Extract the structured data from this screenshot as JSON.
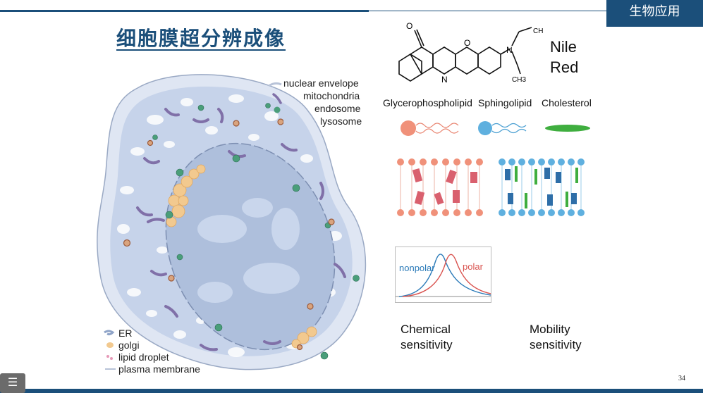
{
  "header": {
    "tag": "生物应用",
    "title": "细胞膜超分辨成像"
  },
  "cell_legend_top": [
    {
      "icon": "nuclear-envelope-icon",
      "label": "nuclear envelope"
    },
    {
      "icon": "mitochondria-icon",
      "label": "mitochondria"
    },
    {
      "icon": "endosome-icon",
      "label": "endosome"
    },
    {
      "icon": "lysosome-icon",
      "label": "lysosome"
    }
  ],
  "cell_legend_bottom": [
    {
      "icon": "er-icon",
      "label": "ER"
    },
    {
      "icon": "golgi-icon",
      "label": "golgi"
    },
    {
      "icon": "lipid-droplet-icon",
      "label": "lipid droplet"
    },
    {
      "icon": "plasma-membrane-icon",
      "label": "plasma membrane"
    }
  ],
  "molecule": {
    "name_line1": "Nile",
    "name_line2": "Red"
  },
  "lipids": {
    "glycerophospholipid": "Glycerophospholipid",
    "sphingolipid": "Sphingolipid",
    "cholesterol": "Cholesterol"
  },
  "spectrum": {
    "nonpolar": "nonpolar",
    "polar": "polar"
  },
  "captions": {
    "chemical_line1": "Chemical",
    "chemical_line2": "sensitivity",
    "mobility_line1": "Mobility",
    "mobility_line2": "sensitivity"
  },
  "page_number": "34",
  "colors": {
    "brand": "#1b4f7a",
    "nonpolar": "#2a7ab8",
    "polar": "#d9534f",
    "cholesterol": "#3fae3f"
  }
}
